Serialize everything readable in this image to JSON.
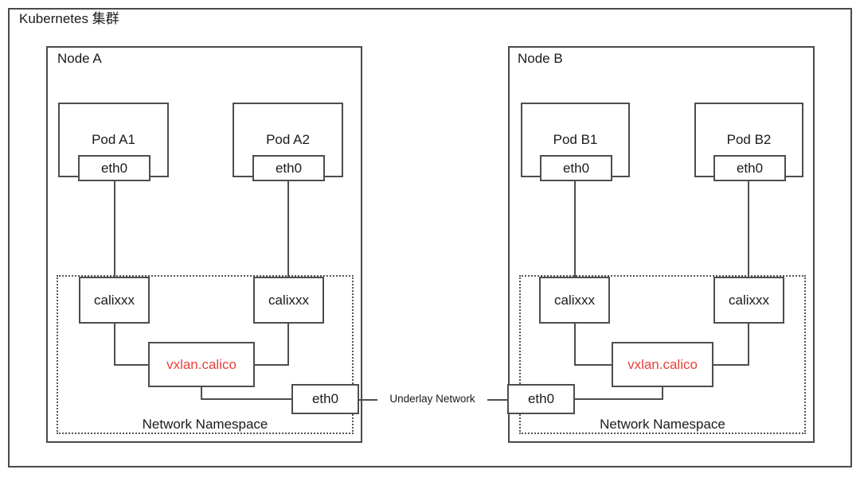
{
  "diagram": {
    "title": "Kubernetes 集群",
    "accent_red": "#e8413a",
    "line_color": "#4d4d4d",
    "underlay_label": "Underlay Network",
    "nodes": [
      {
        "id": "node-a",
        "label": "Node A",
        "namespace_label": "Network Namespace",
        "pods": [
          {
            "label": "Pod A1",
            "iface": "eth0"
          },
          {
            "label": "Pod A2",
            "iface": "eth0"
          }
        ],
        "veths": [
          {
            "label": "calixxx"
          },
          {
            "label": "calixxx"
          }
        ],
        "tunnel": {
          "label": "vxlan.calico"
        },
        "uplink": {
          "label": "eth0"
        }
      },
      {
        "id": "node-b",
        "label": "Node B",
        "namespace_label": "Network Namespace",
        "pods": [
          {
            "label": "Pod B1",
            "iface": "eth0"
          },
          {
            "label": "Pod B2",
            "iface": "eth0"
          }
        ],
        "veths": [
          {
            "label": "calixxx"
          },
          {
            "label": "calixxx"
          }
        ],
        "tunnel": {
          "label": "vxlan.calico"
        },
        "uplink": {
          "label": "eth0"
        }
      }
    ]
  }
}
